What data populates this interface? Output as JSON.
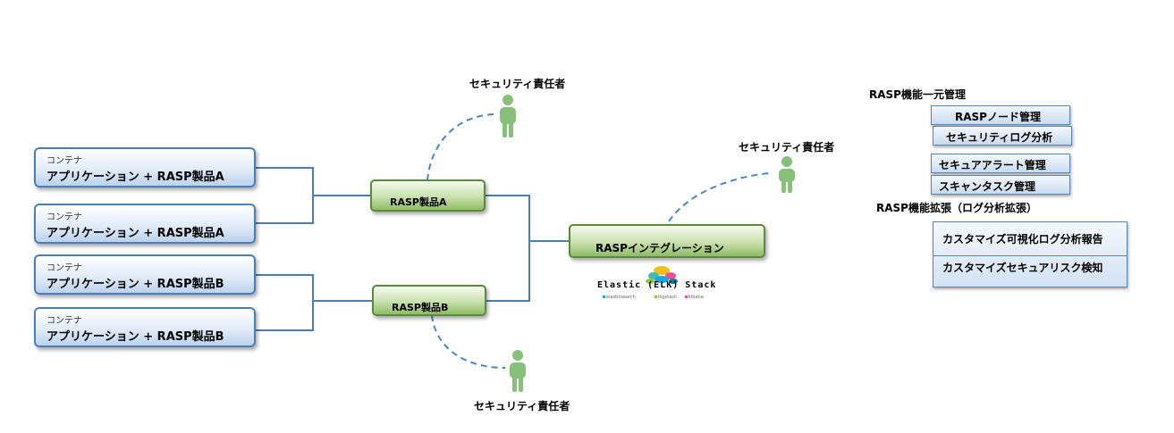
{
  "apps": [
    {
      "container": "コンテナ",
      "label": "アプリケーション + RASP製品A"
    },
    {
      "container": "コンテナ",
      "label": "アプリケーション + RASP製品A"
    },
    {
      "container": "コンテナ",
      "label": "アプリケーション + RASP製品B"
    },
    {
      "container": "コンテナ",
      "label": "アプリケーション + RASP製品B"
    }
  ],
  "rasp_a": "RASP製品A",
  "rasp_b": "RASP製品B",
  "integration": "RASPインテグレーション",
  "elastic": {
    "title": "Elastic (ELK) Stack",
    "components": [
      "elasticsearch",
      "logstash",
      "kibana"
    ],
    "logo_colors": [
      "#f0bf1a",
      "#3ebeb0",
      "#ee5097",
      "#17a8e0",
      "#93c83e",
      "#0779a1"
    ]
  },
  "persons": {
    "label": "セキュリティ責任者",
    "color": "#86c07a"
  },
  "mgmt": {
    "heading": "RASP機能一元管理",
    "items": [
      "RASPノード管理",
      "セキュリティログ分析",
      "セキュアアラート管理",
      "スキャンタスク管理"
    ]
  },
  "ext": {
    "heading": "RASP機能拡張（ログ分析拡張）",
    "items": [
      "カスタマイズ可視化ログ分析報告",
      "カスタマイズセキュアリスク検知"
    ]
  },
  "colors": {
    "connector": "#4a7ebb",
    "dashed": "#4a86c5"
  }
}
